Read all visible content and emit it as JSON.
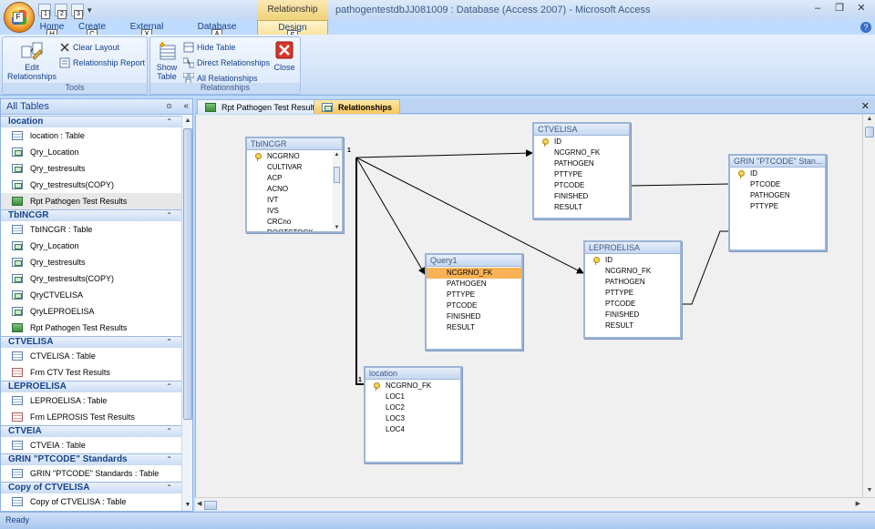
{
  "window": {
    "title": "pathogentestdbJJ081009 : Database (Access 2007) - Microsoft Access",
    "context_tab_group": "Relationship Tools",
    "office_key": "F",
    "qat_keys": [
      "1",
      "2",
      "3"
    ],
    "minimize": "–",
    "restore": "❐",
    "close": "✕"
  },
  "ribbon": {
    "tabs": [
      {
        "label": "Home",
        "key": "H"
      },
      {
        "label": "Create",
        "key": "C"
      },
      {
        "label": "External Data",
        "key": "X"
      },
      {
        "label": "Database Tools",
        "key": "A"
      },
      {
        "label": "Design",
        "key": "S"
      }
    ],
    "groups": {
      "tools": {
        "label": "Tools",
        "edit_relationships": "Edit Relationships",
        "clear_layout": "Clear Layout",
        "relationship_report": "Relationship Report"
      },
      "relationships": {
        "label": "Relationships",
        "show_table_line1": "Show",
        "show_table_line2": "Table",
        "hide_table": "Hide Table",
        "direct_relationships": "Direct Relationships",
        "all_relationships": "All Relationships",
        "close": "Close"
      }
    },
    "help": "?"
  },
  "nav": {
    "header": "All Tables",
    "groups": [
      {
        "title": "location",
        "items": [
          {
            "type": "table",
            "label": "location : Table"
          },
          {
            "type": "query",
            "label": "Qry_Location"
          },
          {
            "type": "query",
            "label": "Qry_testresults"
          },
          {
            "type": "query",
            "label": "Qry_testresults(COPY)"
          },
          {
            "type": "report",
            "label": "Rpt Pathogen Test Results"
          }
        ]
      },
      {
        "title": "TbINCGR",
        "items": [
          {
            "type": "table",
            "label": "TbINCGR : Table"
          },
          {
            "type": "query",
            "label": "Qry_Location"
          },
          {
            "type": "query",
            "label": "Qry_testresults"
          },
          {
            "type": "query",
            "label": "Qry_testresults(COPY)"
          },
          {
            "type": "query",
            "label": "QryCTVELISA"
          },
          {
            "type": "query",
            "label": "QryLEPROELISA"
          },
          {
            "type": "report",
            "label": "Rpt Pathogen Test Results"
          }
        ]
      },
      {
        "title": "CTVELISA",
        "items": [
          {
            "type": "table",
            "label": "CTVELISA : Table"
          },
          {
            "type": "form",
            "label": "Frm CTV Test Results"
          }
        ]
      },
      {
        "title": "LEPROELISA",
        "items": [
          {
            "type": "table",
            "label": "LEPROELISA : Table"
          },
          {
            "type": "form",
            "label": "Frm LEPROSIS Test Results"
          }
        ]
      },
      {
        "title": "CTVEIA",
        "items": [
          {
            "type": "table",
            "label": "CTVEIA : Table"
          }
        ]
      },
      {
        "title": "GRIN \"PTCODE\" Standards",
        "items": [
          {
            "type": "table",
            "label": "GRIN \"PTCODE\" Standards : Table"
          }
        ]
      },
      {
        "title": "Copy of CTVELISA",
        "items": [
          {
            "type": "table",
            "label": "Copy of CTVELISA : Table"
          }
        ]
      }
    ]
  },
  "doc_tabs": [
    {
      "label": "Rpt Pathogen Test Results",
      "active": false
    },
    {
      "label": "Relationships",
      "active": true
    }
  ],
  "tables": [
    {
      "id": "tbincgr",
      "title": "TbINCGR",
      "fields": [
        {
          "name": "NCGRNO",
          "key": true
        },
        {
          "name": "CULTIVAR"
        },
        {
          "name": "ACP"
        },
        {
          "name": "ACNO"
        },
        {
          "name": "IVT"
        },
        {
          "name": "IVS"
        },
        {
          "name": "CRCno"
        },
        {
          "name": "ROOTSTOCK"
        }
      ]
    },
    {
      "id": "ctvelisa",
      "title": "CTVELISA",
      "fields": [
        {
          "name": "ID",
          "key": true
        },
        {
          "name": "NCGRNO_FK"
        },
        {
          "name": "PATHOGEN"
        },
        {
          "name": "PTTYPE"
        },
        {
          "name": "PTCODE"
        },
        {
          "name": "FINISHED"
        },
        {
          "name": "RESULT"
        }
      ]
    },
    {
      "id": "grin",
      "title": "GRIN \"PTCODE\" Stan...",
      "fields": [
        {
          "name": "ID",
          "key": true
        },
        {
          "name": "PTCODE"
        },
        {
          "name": "PATHOGEN"
        },
        {
          "name": "PTTYPE"
        }
      ]
    },
    {
      "id": "query1",
      "title": "Query1",
      "fields": [
        {
          "name": "NCGRNO_FK",
          "selected": true
        },
        {
          "name": "PATHOGEN"
        },
        {
          "name": "PTTYPE"
        },
        {
          "name": "PTCODE"
        },
        {
          "name": "FINISHED"
        },
        {
          "name": "RESULT"
        }
      ]
    },
    {
      "id": "leproelisa",
      "title": "LEPROELISA",
      "fields": [
        {
          "name": "ID",
          "key": true
        },
        {
          "name": "NCGRNO_FK"
        },
        {
          "name": "PATHOGEN"
        },
        {
          "name": "PTTYPE"
        },
        {
          "name": "PTCODE"
        },
        {
          "name": "FINISHED"
        },
        {
          "name": "RESULT"
        }
      ]
    },
    {
      "id": "location",
      "title": "location",
      "fields": [
        {
          "name": "NCGRNO_FK",
          "key": true
        },
        {
          "name": "LOC1"
        },
        {
          "name": "LOC2"
        },
        {
          "name": "LOC3"
        },
        {
          "name": "LOC4"
        }
      ]
    }
  ],
  "relationship_labels": {
    "one_a": "1",
    "one_b": "1"
  },
  "status": {
    "text": "Ready"
  }
}
